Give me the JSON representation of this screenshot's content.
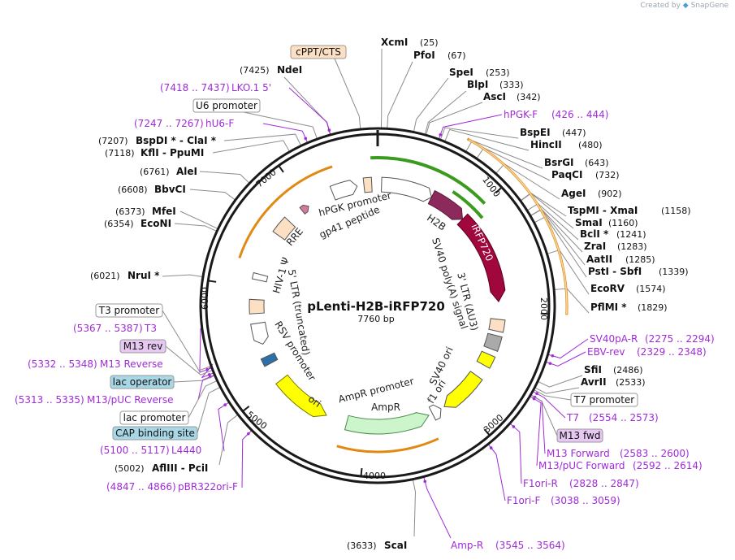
{
  "credit": {
    "prefix": "Created by",
    "brand": "SnapGene"
  },
  "plasmid": {
    "name": "pLenti-H2B-iRFP720",
    "size_label": "7760 bp",
    "length": 7760
  },
  "tick_labels": [
    "1000",
    "2000",
    "3000",
    "4000",
    "5000",
    "6000",
    "7000"
  ],
  "enzymes": [
    {
      "name": "XcmI",
      "pos": "(25)",
      "bp": 25
    },
    {
      "name": "PfoI",
      "pos": "(67)",
      "bp": 67
    },
    {
      "name": "SpeI",
      "pos": "(253)",
      "bp": 253
    },
    {
      "name": "BlpI",
      "pos": "(333)",
      "bp": 333
    },
    {
      "name": "AscI",
      "pos": "(342)",
      "bp": 342
    },
    {
      "name": "BspEI",
      "pos": "(447)",
      "bp": 447
    },
    {
      "name": "HincII",
      "pos": "(480)",
      "bp": 480
    },
    {
      "name": "BsrGI",
      "pos": "(643)",
      "bp": 643
    },
    {
      "name": "PaqCI",
      "pos": "(732)",
      "bp": 732
    },
    {
      "name": "AgeI",
      "pos": "(902)",
      "bp": 902
    },
    {
      "name": "TspMI  -  XmaI",
      "pos": "(1158)",
      "bp": 1158
    },
    {
      "name": "SmaI",
      "pos": "(1160)",
      "bp": 1160
    },
    {
      "name": "BclI *",
      "pos": "(1241)",
      "bp": 1241
    },
    {
      "name": "ZraI",
      "pos": "(1283)",
      "bp": 1283
    },
    {
      "name": "AatII",
      "pos": "(1285)",
      "bp": 1285
    },
    {
      "name": "PstI  -  SbfI",
      "pos": "(1339)",
      "bp": 1339
    },
    {
      "name": "EcoRV",
      "pos": "(1574)",
      "bp": 1574
    },
    {
      "name": "PflMI *",
      "pos": "(1829)",
      "bp": 1829
    },
    {
      "name": "SfiI",
      "pos": "(2486)",
      "bp": 2486
    },
    {
      "name": "AvrII",
      "pos": "(2533)",
      "bp": 2533
    },
    {
      "name": "ScaI",
      "pos": "(3633)",
      "bp": 3633
    },
    {
      "name": "AflIII  -  PciI",
      "pos": "(5002)",
      "bp": 5002
    },
    {
      "name": "NruI *",
      "pos": "(6021)",
      "bp": 6021
    },
    {
      "name": "EcoNI",
      "pos": "(6354)",
      "bp": 6354
    },
    {
      "name": "MfeI",
      "pos": "(6373)",
      "bp": 6373
    },
    {
      "name": "BbvCI",
      "pos": "(6608)",
      "bp": 6608
    },
    {
      "name": "AleI",
      "pos": "(6761)",
      "bp": 6761
    },
    {
      "name": "KflI  -  PpuMI",
      "pos": "(7118)",
      "bp": 7118
    },
    {
      "name": "BspDI *  -  ClaI *",
      "pos": "(7207)",
      "bp": 7207
    },
    {
      "name": "NdeI",
      "pos": "(7425)",
      "bp": 7425
    }
  ],
  "primers": [
    {
      "name": "hPGK-F",
      "range": "(426 .. 444)",
      "bp": 435
    },
    {
      "name": "SV40pA-R",
      "range": "(2275 .. 2294)",
      "bp": 2285
    },
    {
      "name": "EBV-rev",
      "range": "(2329 .. 2348)",
      "bp": 2339
    },
    {
      "name": "T7",
      "range": "(2554 .. 2573)",
      "bp": 2563
    },
    {
      "name": "M13 Forward",
      "range": "(2583 .. 2600)",
      "bp": 2591
    },
    {
      "name": "M13/pUC Forward",
      "range": "(2592 .. 2614)",
      "bp": 2603
    },
    {
      "name": "F1ori-R",
      "range": "(2828 .. 2847)",
      "bp": 2838
    },
    {
      "name": "F1ori-F",
      "range": "(3038 .. 3059)",
      "bp": 3048
    },
    {
      "name": "Amp-R",
      "range": "(3545 .. 3564)",
      "bp": 3555
    },
    {
      "name": "pBR322ori-F",
      "range": "(4847 .. 4866)",
      "bp": 4856
    },
    {
      "name": "L4440",
      "range": "(5100 .. 5117)",
      "bp": 5108
    },
    {
      "name": "M13/pUC Reverse",
      "range": "(5313 .. 5335)",
      "bp": 5324
    },
    {
      "name": "M13 Reverse",
      "range": "(5332 .. 5348)",
      "bp": 5340
    },
    {
      "name": "T3",
      "range": "(5367 .. 5387)",
      "bp": 5377
    },
    {
      "name": "hU6-F",
      "range": "(7247 .. 7267)",
      "bp": 7257
    },
    {
      "name": "LKO.1 5'",
      "range": "(7418 .. 7437)",
      "bp": 7427
    }
  ],
  "boxed_features": [
    {
      "name": "cPPT/CTS",
      "fill": "#fde0c4",
      "bp": 7640
    },
    {
      "name": "U6 promoter",
      "fill": "#ffffff",
      "bp": 7330
    },
    {
      "name": "T7 promoter",
      "fill": "#ffffff",
      "bp": 2550
    },
    {
      "name": "M13 fwd",
      "fill": "#e6c8f2",
      "bp": 2592
    },
    {
      "name": "T3 promoter",
      "fill": "#ffffff",
      "bp": 5390
    },
    {
      "name": "M13 rev",
      "fill": "#e6c8f2",
      "bp": 5360
    },
    {
      "name": "lac operator",
      "fill": "#a8d8e6",
      "bp": 5320
    },
    {
      "name": "lac promoter",
      "fill": "#ffffff",
      "bp": 5280
    },
    {
      "name": "CAP binding site",
      "fill": "#a8d8e6",
      "bp": 5230
    }
  ],
  "features": [
    {
      "name": "hPGK promoter"
    },
    {
      "name": "H2B"
    },
    {
      "name": "iRFP720"
    },
    {
      "name": "SV40 poly(A) signal"
    },
    {
      "name": "3' LTR (ΔU3)"
    },
    {
      "name": "SV40 ori"
    },
    {
      "name": "f1 ori"
    },
    {
      "name": "AmpR promoter"
    },
    {
      "name": "AmpR"
    },
    {
      "name": "ori"
    },
    {
      "name": "RSV promoter"
    },
    {
      "name": "5' LTR (truncated)"
    },
    {
      "name": "HIV-1 Ψ"
    },
    {
      "name": "RRE"
    },
    {
      "name": "gp41 peptide"
    }
  ],
  "colors": {
    "ring": "#1a1a1a",
    "primer": "#a02bd8",
    "promoter_fill": "#ffffff",
    "h2b": "#8b2a5b",
    "irfp": "#a0073c",
    "irfp_label": "#ffffff",
    "ori": "#ffff00",
    "ampr": "#ccf5cc",
    "ltr": "#fde0c4",
    "sv40ori": "#999999",
    "f1ori": "#ffff00",
    "orf_arc": "#e08a14",
    "green_arc": "#3a9b1f"
  }
}
